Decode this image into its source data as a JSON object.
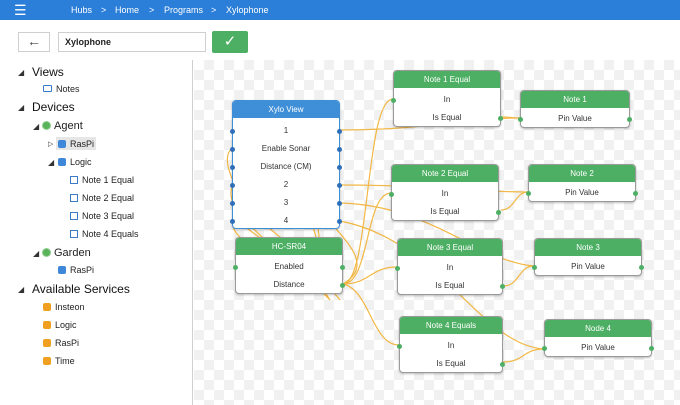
{
  "topbar": {
    "menu_icon": "hamburger-icon",
    "breadcrumb": [
      "Hubs",
      "Home",
      "Programs",
      "Xylophone"
    ],
    "separator": ">"
  },
  "toolbar": {
    "back_icon": "arrow-left-icon",
    "program_name": "Xylophone",
    "confirm_icon": "checkmark-icon"
  },
  "sidebar": {
    "views_label": "Views",
    "notes_label": "Notes",
    "devices_label": "Devices",
    "agent_label": "Agent",
    "raspi_label": "RasPi",
    "logic_label": "Logic",
    "logic_items": [
      "Note 1 Equal",
      "Note 2 Equal",
      "Note 3 Equal",
      "Note 4 Equals"
    ],
    "garden_label": "Garden",
    "garden_raspi_label": "RasPi",
    "services_label": "Available Services",
    "services": [
      "Insteon",
      "Logic",
      "RasPi",
      "Time"
    ]
  },
  "nodes": {
    "xylo": {
      "title": "Xylo View",
      "ports": [
        "1",
        "Enable Sonar",
        "Distance (CM)",
        "2",
        "3",
        "4"
      ]
    },
    "hcsr": {
      "title": "HC-SR04",
      "ports": [
        "Enabled",
        "Distance"
      ]
    },
    "eq1": {
      "title": "Note 1 Equal",
      "ports": [
        "In",
        "Is Equal"
      ]
    },
    "eq2": {
      "title": "Note 2 Equal",
      "ports": [
        "In",
        "Is Equal"
      ]
    },
    "eq3": {
      "title": "Note 3 Equal",
      "ports": [
        "In",
        "Is Equal"
      ]
    },
    "eq4": {
      "title": "Note 4 Equals",
      "ports": [
        "In",
        "Is Equal"
      ]
    },
    "n1": {
      "title": "Note 1",
      "ports": [
        "Pin Value"
      ]
    },
    "n2": {
      "title": "Note 2",
      "ports": [
        "Pin Value"
      ]
    },
    "n3": {
      "title": "Note 3",
      "ports": [
        "Pin Value"
      ]
    },
    "n4": {
      "title": "Node 4",
      "ports": [
        "Pin Value"
      ]
    }
  },
  "colors": {
    "accent": "#2b7fd9",
    "node_green": "#4caf63",
    "node_blue": "#3f8fd8",
    "wire": "#f2b43c"
  }
}
